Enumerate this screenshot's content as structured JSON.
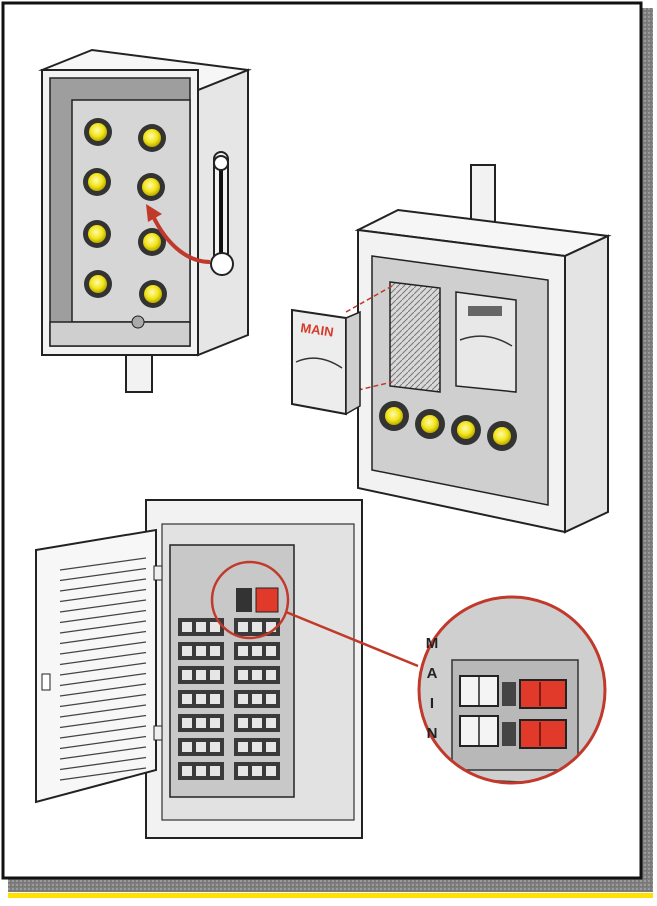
{
  "labels": {
    "pullout_block": "MAIN",
    "zoom_vertical": [
      "M",
      "A",
      "I",
      "N"
    ]
  },
  "colors": {
    "background": "#ffffff",
    "frame_border": "#111111",
    "shadow": "#8a8a8a",
    "cabinet_fill": "#f2f2f2",
    "panel_fill": "#d3d3d3",
    "fuse_yellow": "#f2e418",
    "accent_red": "#e23a2a",
    "zoom_line": "#c0392b",
    "bottom_rule": "#ffe000"
  },
  "icons": [
    "screw-fuse-icon",
    "cartridge-fuse-block-icon",
    "breaker-switch-icon",
    "curved-arrow-icon",
    "magnifier-circle-icon"
  ]
}
